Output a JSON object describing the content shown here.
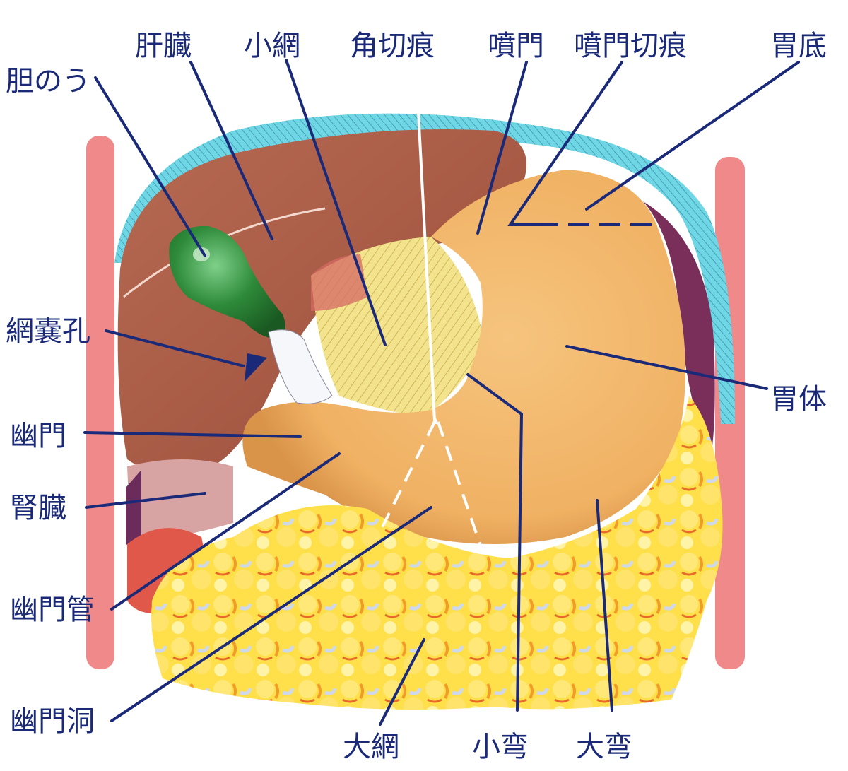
{
  "labels": {
    "gallbladder": "胆のう",
    "liver": "肝臓",
    "lesser_omentum": "小網",
    "angular_incisure": "角切痕",
    "cardia": "噴門",
    "cardiac_notch": "噴門切痕",
    "fundus": "胃底",
    "omental_foramen": "網嚢孔",
    "body": "胃体",
    "pylorus": "幽門",
    "kidney": "腎臓",
    "pyloric_canal": "幽門管",
    "pyloric_antrum": "幽門洞",
    "greater_omentum": "大網",
    "lesser_curvature": "小弯",
    "greater_curvature": "大弯"
  },
  "colors": {
    "label": "#1b2a78",
    "liver": "#a85a45",
    "gallbladder": "#2e7d32",
    "stomach": "#f2b56b",
    "diaphragm": "#6fd6e6",
    "abdominal_wall": "#f08a8a",
    "omentum_fat": "#ffd93a",
    "lesser_omentum": "#f3e38c",
    "spleen": "#7a2e5a",
    "kidney": "#d7a3a3"
  }
}
